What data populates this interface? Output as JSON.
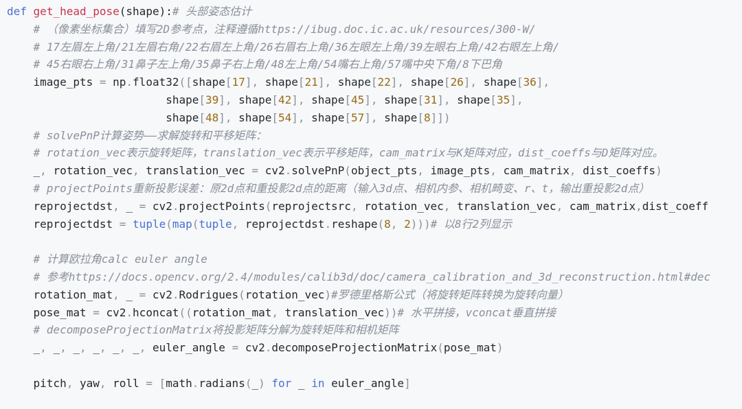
{
  "code_lines": [
    [
      {
        "t": "def",
        "c": "kw"
      },
      {
        "t": " ",
        "c": "txt"
      },
      {
        "t": "get_head_pose",
        "c": "fn"
      },
      {
        "t": "(shape):",
        "c": "txt"
      },
      {
        "t": "# 头部姿态估计",
        "c": "com"
      }
    ],
    [
      {
        "t": "    ",
        "c": "txt"
      },
      {
        "t": "# （像素坐标集合）填写2D参考点，注释遵循https://ibug.doc.ic.ac.uk/resources/300-W/",
        "c": "com"
      }
    ],
    [
      {
        "t": "    ",
        "c": "txt"
      },
      {
        "t": "# 17左眉左上角/21左眉右角/22右眉左上角/26右眉右上角/36左眼左上角/39左眼右上角/42右眼左上角/",
        "c": "com"
      }
    ],
    [
      {
        "t": "    ",
        "c": "txt"
      },
      {
        "t": "# 45右眼右上角/31鼻子左上角/35鼻子右上角/48左上角/54嘴右上角/57嘴中央下角/8下巴角",
        "c": "com"
      }
    ],
    [
      {
        "t": "    image_pts ",
        "c": "txt"
      },
      {
        "t": "=",
        "c": "op"
      },
      {
        "t": " np",
        "c": "txt"
      },
      {
        "t": ".",
        "c": "op"
      },
      {
        "t": "float32",
        "c": "txt"
      },
      {
        "t": "([",
        "c": "op"
      },
      {
        "t": "shape",
        "c": "txt"
      },
      {
        "t": "[",
        "c": "op"
      },
      {
        "t": "17",
        "c": "num"
      },
      {
        "t": "], ",
        "c": "op"
      },
      {
        "t": "shape",
        "c": "txt"
      },
      {
        "t": "[",
        "c": "op"
      },
      {
        "t": "21",
        "c": "num"
      },
      {
        "t": "], ",
        "c": "op"
      },
      {
        "t": "shape",
        "c": "txt"
      },
      {
        "t": "[",
        "c": "op"
      },
      {
        "t": "22",
        "c": "num"
      },
      {
        "t": "], ",
        "c": "op"
      },
      {
        "t": "shape",
        "c": "txt"
      },
      {
        "t": "[",
        "c": "op"
      },
      {
        "t": "26",
        "c": "num"
      },
      {
        "t": "], ",
        "c": "op"
      },
      {
        "t": "shape",
        "c": "txt"
      },
      {
        "t": "[",
        "c": "op"
      },
      {
        "t": "36",
        "c": "num"
      },
      {
        "t": "],",
        "c": "op"
      }
    ],
    [
      {
        "t": "                        shape",
        "c": "txt"
      },
      {
        "t": "[",
        "c": "op"
      },
      {
        "t": "39",
        "c": "num"
      },
      {
        "t": "], ",
        "c": "op"
      },
      {
        "t": "shape",
        "c": "txt"
      },
      {
        "t": "[",
        "c": "op"
      },
      {
        "t": "42",
        "c": "num"
      },
      {
        "t": "], ",
        "c": "op"
      },
      {
        "t": "shape",
        "c": "txt"
      },
      {
        "t": "[",
        "c": "op"
      },
      {
        "t": "45",
        "c": "num"
      },
      {
        "t": "], ",
        "c": "op"
      },
      {
        "t": "shape",
        "c": "txt"
      },
      {
        "t": "[",
        "c": "op"
      },
      {
        "t": "31",
        "c": "num"
      },
      {
        "t": "], ",
        "c": "op"
      },
      {
        "t": "shape",
        "c": "txt"
      },
      {
        "t": "[",
        "c": "op"
      },
      {
        "t": "35",
        "c": "num"
      },
      {
        "t": "],",
        "c": "op"
      }
    ],
    [
      {
        "t": "                        shape",
        "c": "txt"
      },
      {
        "t": "[",
        "c": "op"
      },
      {
        "t": "48",
        "c": "num"
      },
      {
        "t": "], ",
        "c": "op"
      },
      {
        "t": "shape",
        "c": "txt"
      },
      {
        "t": "[",
        "c": "op"
      },
      {
        "t": "54",
        "c": "num"
      },
      {
        "t": "], ",
        "c": "op"
      },
      {
        "t": "shape",
        "c": "txt"
      },
      {
        "t": "[",
        "c": "op"
      },
      {
        "t": "57",
        "c": "num"
      },
      {
        "t": "], ",
        "c": "op"
      },
      {
        "t": "shape",
        "c": "txt"
      },
      {
        "t": "[",
        "c": "op"
      },
      {
        "t": "8",
        "c": "num"
      },
      {
        "t": "]])",
        "c": "op"
      }
    ],
    [
      {
        "t": "    ",
        "c": "txt"
      },
      {
        "t": "# solvePnP计算姿势——求解旋转和平移矩阵：",
        "c": "com"
      }
    ],
    [
      {
        "t": "    ",
        "c": "txt"
      },
      {
        "t": "# rotation_vec表示旋转矩阵，translation_vec表示平移矩阵，cam_matrix与K矩阵对应，dist_coeffs与D矩阵对应。",
        "c": "com"
      }
    ],
    [
      {
        "t": "    _",
        "c": "txt"
      },
      {
        "t": ", ",
        "c": "op"
      },
      {
        "t": "rotation_vec",
        "c": "txt"
      },
      {
        "t": ", ",
        "c": "op"
      },
      {
        "t": "translation_vec ",
        "c": "txt"
      },
      {
        "t": "=",
        "c": "op"
      },
      {
        "t": " cv2",
        "c": "txt"
      },
      {
        "t": ".",
        "c": "op"
      },
      {
        "t": "solvePnP",
        "c": "txt"
      },
      {
        "t": "(",
        "c": "op"
      },
      {
        "t": "object_pts",
        "c": "txt"
      },
      {
        "t": ", ",
        "c": "op"
      },
      {
        "t": "image_pts",
        "c": "txt"
      },
      {
        "t": ", ",
        "c": "op"
      },
      {
        "t": "cam_matrix",
        "c": "txt"
      },
      {
        "t": ", ",
        "c": "op"
      },
      {
        "t": "dist_coeffs",
        "c": "txt"
      },
      {
        "t": ")",
        "c": "op"
      }
    ],
    [
      {
        "t": "    ",
        "c": "txt"
      },
      {
        "t": "# projectPoints重新投影误差：原2d点和重投影2d点的距离（输入3d点、相机内参、相机畸变、r、t，输出重投影2d点）",
        "c": "com"
      }
    ],
    [
      {
        "t": "    reprojectdst",
        "c": "txt"
      },
      {
        "t": ", ",
        "c": "op"
      },
      {
        "t": "_ ",
        "c": "txt"
      },
      {
        "t": "=",
        "c": "op"
      },
      {
        "t": " cv2",
        "c": "txt"
      },
      {
        "t": ".",
        "c": "op"
      },
      {
        "t": "projectPoints",
        "c": "txt"
      },
      {
        "t": "(",
        "c": "op"
      },
      {
        "t": "reprojectsrc",
        "c": "txt"
      },
      {
        "t": ", ",
        "c": "op"
      },
      {
        "t": "rotation_vec",
        "c": "txt"
      },
      {
        "t": ", ",
        "c": "op"
      },
      {
        "t": "translation_vec",
        "c": "txt"
      },
      {
        "t": ", ",
        "c": "op"
      },
      {
        "t": "cam_matrix",
        "c": "txt"
      },
      {
        "t": ",",
        "c": "op"
      },
      {
        "t": "dist_coeff",
        "c": "txt"
      }
    ],
    [
      {
        "t": "    reprojectdst ",
        "c": "txt"
      },
      {
        "t": "=",
        "c": "op"
      },
      {
        "t": " ",
        "c": "txt"
      },
      {
        "t": "tuple",
        "c": "kw"
      },
      {
        "t": "(",
        "c": "op"
      },
      {
        "t": "map",
        "c": "kw"
      },
      {
        "t": "(",
        "c": "op"
      },
      {
        "t": "tuple",
        "c": "kw"
      },
      {
        "t": ", ",
        "c": "op"
      },
      {
        "t": "reprojectdst",
        "c": "txt"
      },
      {
        "t": ".",
        "c": "op"
      },
      {
        "t": "reshape",
        "c": "txt"
      },
      {
        "t": "(",
        "c": "op"
      },
      {
        "t": "8",
        "c": "num"
      },
      {
        "t": ", ",
        "c": "op"
      },
      {
        "t": "2",
        "c": "num"
      },
      {
        "t": ")))",
        "c": "op"
      },
      {
        "t": "# 以8行2列显示",
        "c": "com"
      }
    ],
    [
      {
        "t": "",
        "c": "txt"
      }
    ],
    [
      {
        "t": "    ",
        "c": "txt"
      },
      {
        "t": "# 计算欧拉角calc euler angle",
        "c": "com"
      }
    ],
    [
      {
        "t": "    ",
        "c": "txt"
      },
      {
        "t": "# 参考https://docs.opencv.org/2.4/modules/calib3d/doc/camera_calibration_and_3d_reconstruction.html#dec",
        "c": "com"
      }
    ],
    [
      {
        "t": "    rotation_mat",
        "c": "txt"
      },
      {
        "t": ", ",
        "c": "op"
      },
      {
        "t": "_ ",
        "c": "txt"
      },
      {
        "t": "=",
        "c": "op"
      },
      {
        "t": " cv2",
        "c": "txt"
      },
      {
        "t": ".",
        "c": "op"
      },
      {
        "t": "Rodrigues",
        "c": "txt"
      },
      {
        "t": "(",
        "c": "op"
      },
      {
        "t": "rotation_vec",
        "c": "txt"
      },
      {
        "t": ")",
        "c": "op"
      },
      {
        "t": "#罗德里格斯公式（将旋转矩阵转换为旋转向量）",
        "c": "com"
      }
    ],
    [
      {
        "t": "    pose_mat ",
        "c": "txt"
      },
      {
        "t": "=",
        "c": "op"
      },
      {
        "t": " cv2",
        "c": "txt"
      },
      {
        "t": ".",
        "c": "op"
      },
      {
        "t": "hconcat",
        "c": "txt"
      },
      {
        "t": "((",
        "c": "op"
      },
      {
        "t": "rotation_mat",
        "c": "txt"
      },
      {
        "t": ", ",
        "c": "op"
      },
      {
        "t": "translation_vec",
        "c": "txt"
      },
      {
        "t": "))",
        "c": "op"
      },
      {
        "t": "# 水平拼接，vconcat垂直拼接",
        "c": "com"
      }
    ],
    [
      {
        "t": "    ",
        "c": "txt"
      },
      {
        "t": "# decomposeProjectionMatrix将投影矩阵分解为旋转矩阵和相机矩阵",
        "c": "com"
      }
    ],
    [
      {
        "t": "    _",
        "c": "txt"
      },
      {
        "t": ", ",
        "c": "op"
      },
      {
        "t": "_",
        "c": "txt"
      },
      {
        "t": ", ",
        "c": "op"
      },
      {
        "t": "_",
        "c": "txt"
      },
      {
        "t": ", ",
        "c": "op"
      },
      {
        "t": "_",
        "c": "txt"
      },
      {
        "t": ", ",
        "c": "op"
      },
      {
        "t": "_",
        "c": "txt"
      },
      {
        "t": ", ",
        "c": "op"
      },
      {
        "t": "_",
        "c": "txt"
      },
      {
        "t": ", ",
        "c": "op"
      },
      {
        "t": "euler_angle ",
        "c": "txt"
      },
      {
        "t": "=",
        "c": "op"
      },
      {
        "t": " cv2",
        "c": "txt"
      },
      {
        "t": ".",
        "c": "op"
      },
      {
        "t": "decomposeProjectionMatrix",
        "c": "txt"
      },
      {
        "t": "(",
        "c": "op"
      },
      {
        "t": "pose_mat",
        "c": "txt"
      },
      {
        "t": ")",
        "c": "op"
      }
    ],
    [
      {
        "t": "",
        "c": "txt"
      }
    ],
    [
      {
        "t": "    pitch",
        "c": "txt"
      },
      {
        "t": ", ",
        "c": "op"
      },
      {
        "t": "yaw",
        "c": "txt"
      },
      {
        "t": ", ",
        "c": "op"
      },
      {
        "t": "roll ",
        "c": "txt"
      },
      {
        "t": "=",
        "c": "op"
      },
      {
        "t": " [",
        "c": "op"
      },
      {
        "t": "math",
        "c": "txt"
      },
      {
        "t": ".",
        "c": "op"
      },
      {
        "t": "radians",
        "c": "txt"
      },
      {
        "t": "(",
        "c": "op"
      },
      {
        "t": "_",
        "c": "txt"
      },
      {
        "t": ")",
        "c": "op"
      },
      {
        "t": " ",
        "c": "txt"
      },
      {
        "t": "for",
        "c": "kw"
      },
      {
        "t": " _ ",
        "c": "txt"
      },
      {
        "t": "in",
        "c": "kw"
      },
      {
        "t": " euler_angle",
        "c": "txt"
      },
      {
        "t": "]",
        "c": "op"
      }
    ]
  ]
}
